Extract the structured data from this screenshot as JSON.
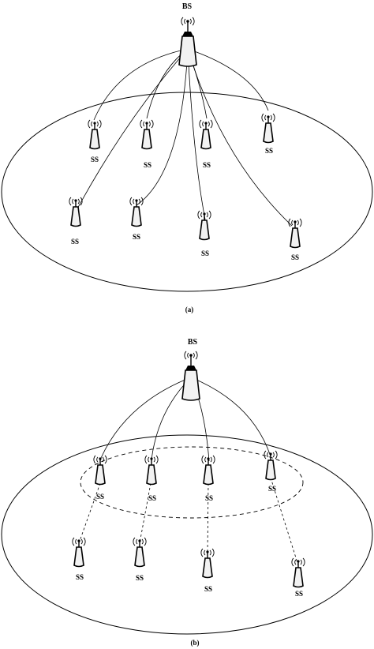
{
  "panel_a": {
    "caption": "(a)",
    "base_station_label": "BS",
    "subscriber_labels": [
      "SS",
      "SS",
      "SS",
      "SS",
      "SS",
      "SS",
      "SS",
      "SS"
    ]
  },
  "panel_b": {
    "caption": "(b)",
    "base_station_label": "BS",
    "relay_labels": [
      "SS",
      "SS",
      "SS",
      "SS"
    ],
    "subscriber_labels": [
      "SS",
      "SS",
      "SS",
      "SS"
    ]
  }
}
